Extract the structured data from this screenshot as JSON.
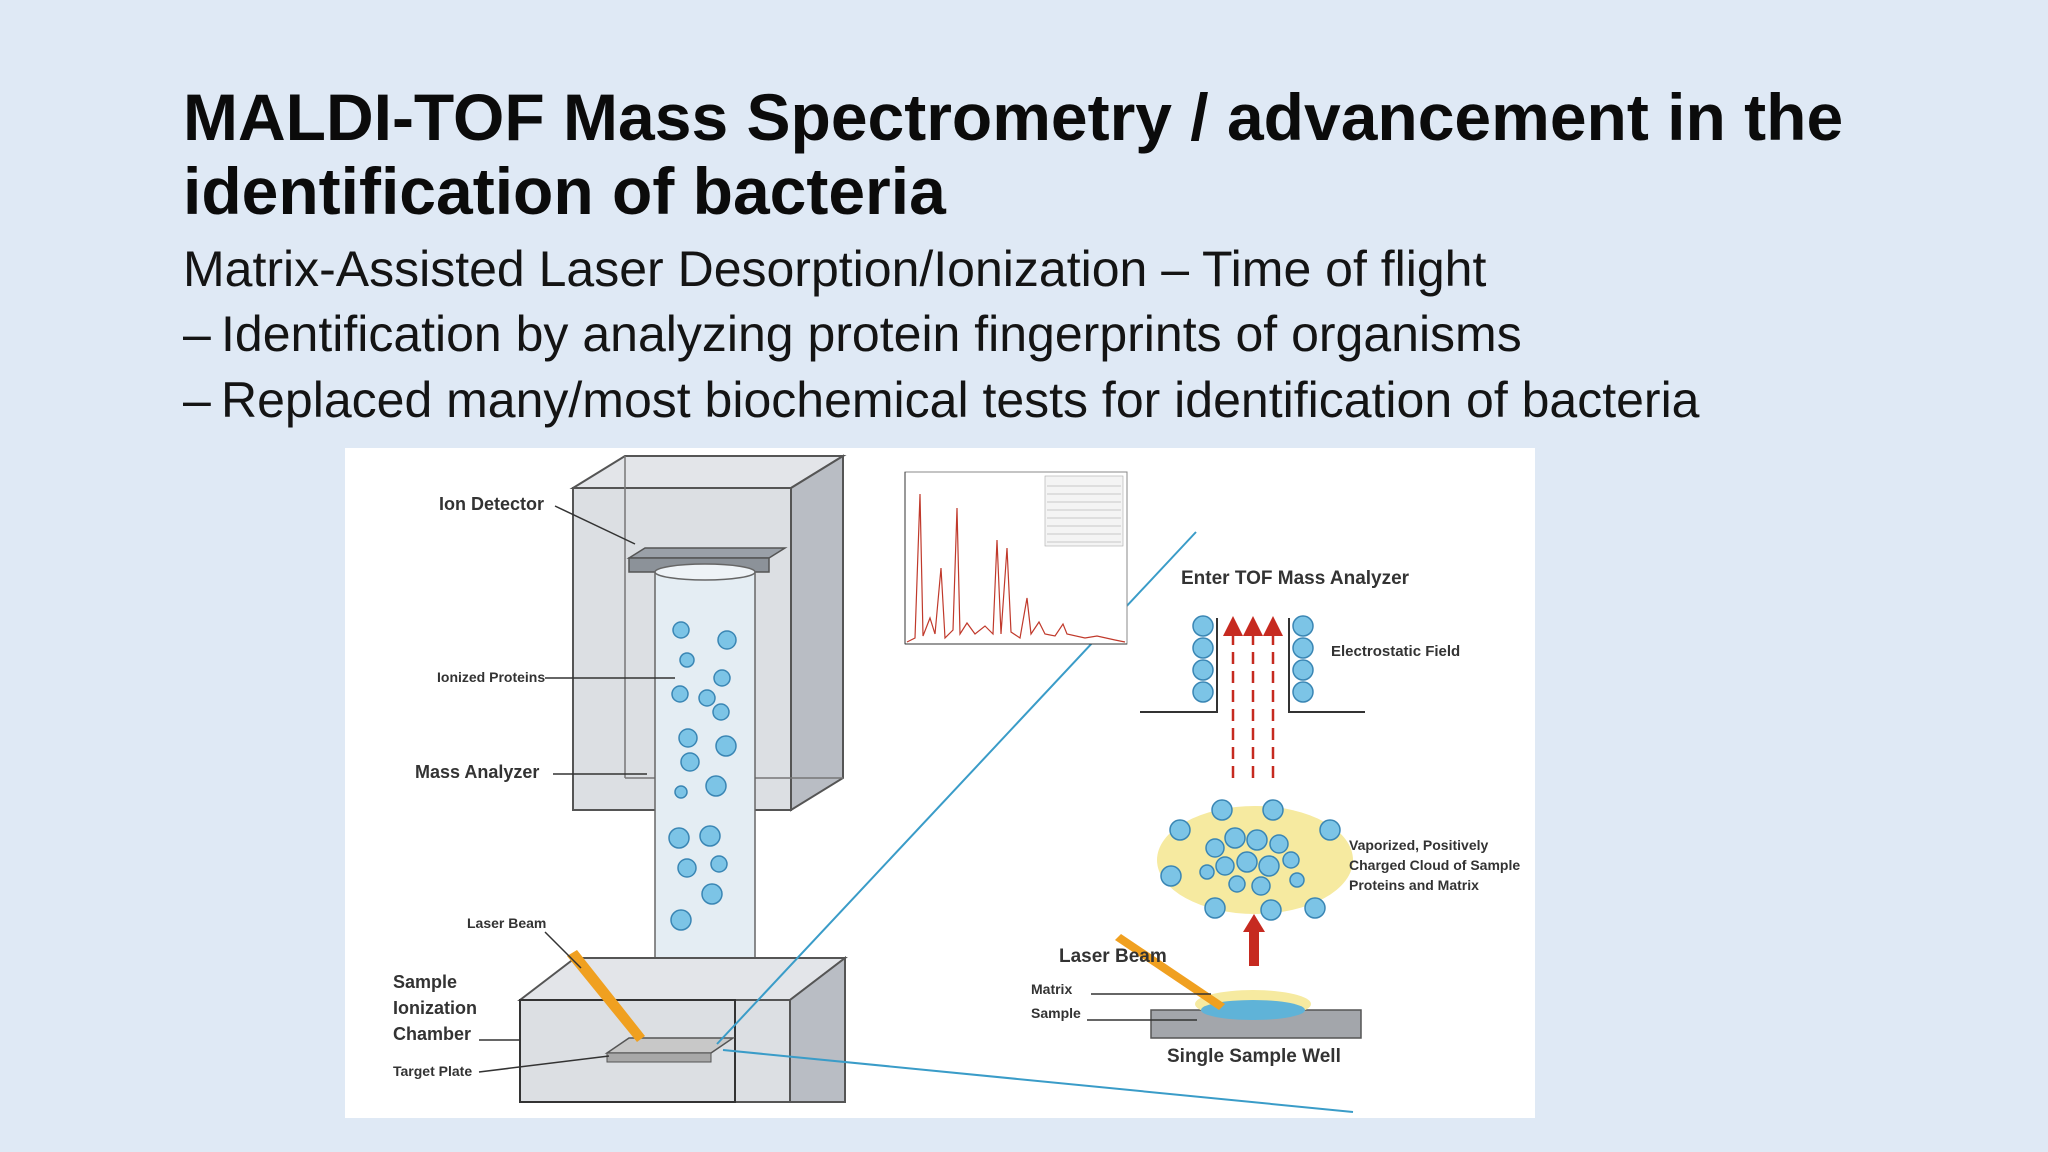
{
  "slide": {
    "title": "MALDI-TOF Mass Spectrometry / advancement in the identification of bacteria",
    "subtitle": "Matrix-Assisted Laser Desorption/Ionization – Time of flight",
    "bullets": [
      {
        "dash": "–",
        "text": "Identification by analyzing protein fingerprints of organisms"
      },
      {
        "dash": "–",
        "text": "Replaced many/most biochemical tests for identification of bacteria"
      }
    ]
  },
  "diagram": {
    "left_labels": {
      "ion_detector": "Ion Detector",
      "ionized_proteins": "Ionized Proteins",
      "mass_analyzer": "Mass Analyzer",
      "laser_beam": "Laser Beam",
      "sample_line1": "Sample",
      "sample_line2": "Ionization",
      "sample_line3": "Chamber",
      "target_plate": "Target Plate"
    },
    "right_labels": {
      "enter_tof": "Enter TOF Mass Analyzer",
      "electrostatic_field": "Electrostatic Field",
      "cloud_line1": "Vaporized, Positively",
      "cloud_line2": "Charged Cloud of Sample",
      "cloud_line3": "Proteins and Matrix",
      "laser_beam": "Laser Beam",
      "matrix": "Matrix",
      "sample": "Sample",
      "single_sample_well": "Single Sample Well"
    },
    "colors": {
      "ion_blue": "#5fb3d8",
      "cloud_yellow": "#f6eaa0",
      "laser_orange": "#f0a020",
      "arrow_red": "#c62a20",
      "chamber_gray": "#c9ccd2"
    }
  }
}
